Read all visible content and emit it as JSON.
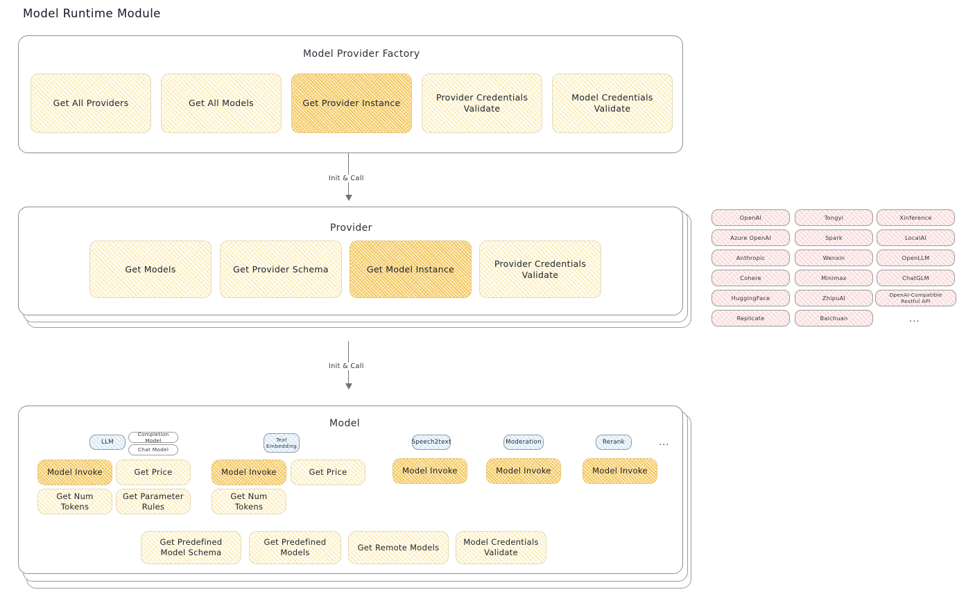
{
  "page": {
    "title": "Model Runtime Module",
    "ellipsis": "..."
  },
  "factory": {
    "title": "Model Provider Factory",
    "items": [
      {
        "label": "Get All Providers",
        "highlight": false
      },
      {
        "label": "Get All Models",
        "highlight": false
      },
      {
        "label": "Get Provider Instance",
        "highlight": true
      },
      {
        "label": "Provider Credentials Validate",
        "highlight": false
      },
      {
        "label": "Model Credentials Validate",
        "highlight": false
      }
    ]
  },
  "arrows": {
    "factory_to_provider": "Init & Call",
    "provider_to_model": "Init & Call"
  },
  "provider": {
    "title": "Provider",
    "items": [
      {
        "label": "Get Models",
        "highlight": false
      },
      {
        "label": "Get Provider Schema",
        "highlight": false
      },
      {
        "label": "Get Model Instance",
        "highlight": true
      },
      {
        "label": "Provider Credentials Validate",
        "highlight": false
      }
    ]
  },
  "provider_list": {
    "columns": [
      [
        "OpenAI",
        "Azure OpenAI",
        "Anthropic",
        "Cohere",
        "HuggingFace",
        "Replicate"
      ],
      [
        "Tongyi",
        "Spark",
        "Wenxin",
        "Minimax",
        "ZhipuAI",
        "Baichuan"
      ],
      [
        "Xinference",
        "LocalAI",
        "OpenLLM",
        "ChatGLM",
        "OpenAI-Compatible Restful API"
      ]
    ],
    "more": "..."
  },
  "model": {
    "title": "Model",
    "more": "...",
    "types": [
      {
        "name": "LLM",
        "subtypes": [
          "Completion Model",
          "Chat Model"
        ],
        "functions": [
          {
            "label": "Model Invoke",
            "highlight": true
          },
          {
            "label": "Get Price",
            "highlight": false
          },
          {
            "label": "Get Num Tokens",
            "highlight": false
          },
          {
            "label": "Get Parameter Rules",
            "highlight": false
          }
        ]
      },
      {
        "name": "Text Embedding",
        "subtypes": [],
        "functions": [
          {
            "label": "Model Invoke",
            "highlight": true
          },
          {
            "label": "Get Price",
            "highlight": false
          },
          {
            "label": "Get Num Tokens",
            "highlight": false
          }
        ]
      },
      {
        "name": "Speech2text",
        "subtypes": [],
        "functions": [
          {
            "label": "Model Invoke",
            "highlight": true
          }
        ]
      },
      {
        "name": "Moderation",
        "subtypes": [],
        "functions": [
          {
            "label": "Model Invoke",
            "highlight": true
          }
        ]
      },
      {
        "name": "Rerank",
        "subtypes": [],
        "functions": [
          {
            "label": "Model Invoke",
            "highlight": true
          }
        ]
      }
    ],
    "common_functions": [
      {
        "label": "Get Predefined Model Schema",
        "highlight": false
      },
      {
        "label": "Get Predefined Models",
        "highlight": false
      },
      {
        "label": "Get Remote Models",
        "highlight": false
      },
      {
        "label": "Model Credentials Validate",
        "highlight": false
      }
    ]
  },
  "colors": {
    "highlight_fill": "#f0ba39",
    "normal_fill": "#f6d676",
    "provider_chip": "#e9a0a0",
    "model_type_chip": "#96c4e8",
    "frame_border": "#8d8d8d"
  }
}
